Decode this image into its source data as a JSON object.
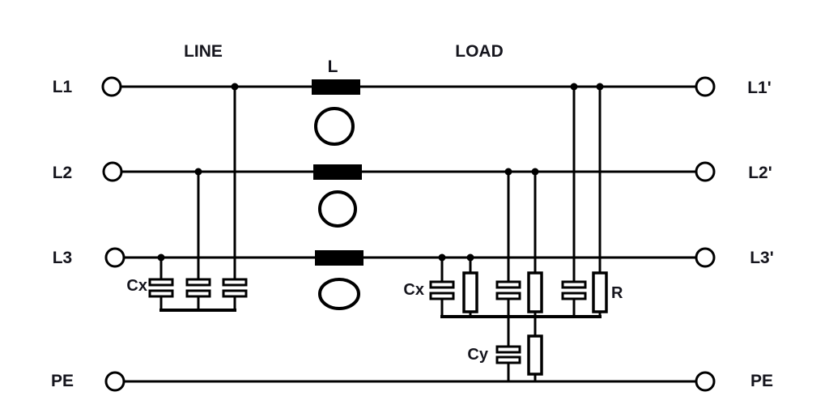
{
  "colors": {
    "background": "#ffffff",
    "wire": "#000000",
    "label": "#15151d"
  },
  "labels": {
    "section_line": "LINE",
    "section_load": "LOAD",
    "inductor": "L",
    "cx_left": "Cx",
    "cx_right": "Cx",
    "cy": "Cy",
    "resistor": "R"
  },
  "terminals": {
    "left": [
      "L1",
      "L2",
      "L3",
      "PE"
    ],
    "right": [
      "L1'",
      "L2'",
      "L3'",
      "PE"
    ]
  }
}
